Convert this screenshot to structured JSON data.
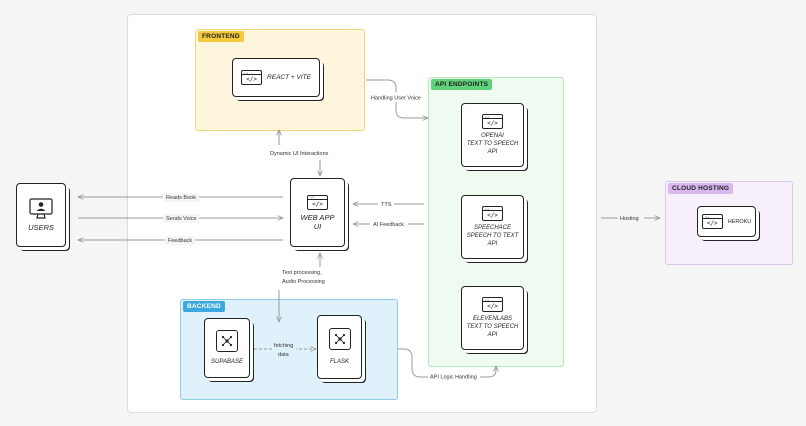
{
  "groups": {
    "frontend": {
      "label": "FRONTEND"
    },
    "api_endpoints": {
      "label": "API ENDPOINTS"
    },
    "backend": {
      "label": "BACKEND"
    },
    "cloud_hosting": {
      "label": "CLOUD HOSTING"
    }
  },
  "nodes": {
    "react_vite": "REACT + VITE",
    "users": "USERS",
    "web_app": "WEB APP\nUI",
    "openai": "OPENAI\nTEXT TO SPEECH\nAPI",
    "speechace": "SPEECHACE\nSPEECH TO TEXT\nAPI",
    "elevenlabs": "ELEVENLABS\nTEXT TO SPEECH\nAPI",
    "supabase": "SUPABASE",
    "flask": "FLASK",
    "heroku": "HEROKU"
  },
  "edges": {
    "handling_user_voice": "Handling User Voice",
    "dynamic_ui": "Dynamic UI Interactions",
    "reads_book": "Reads Book",
    "sends_voice": "Sends Voice",
    "feedback": "Feedback",
    "tts": "TTS",
    "ai_feedback": "AI Feedback",
    "text_processing_1": "Text processing,",
    "text_processing_2": "Audio Processing",
    "fetching_1": "fetching",
    "fetching_2": "data",
    "api_logic": "API Logic Handling",
    "hosting": "Hosting"
  },
  "colors": {
    "frontend_fill": "#fdf6dc",
    "frontend_border": "#f2d77a",
    "frontend_tag": "#f6c83c",
    "api_fill": "#effaf0",
    "api_border": "#b9e5bf",
    "api_tag": "#5fd27a",
    "backend_fill": "#dff1fb",
    "backend_border": "#8fcbe9",
    "backend_tag": "#3ba9e0",
    "cloud_fill": "#f7f0fb",
    "cloud_border": "#ddc6ee",
    "cloud_tag": "#d9b8f0",
    "edge": "#9a9a9a"
  }
}
